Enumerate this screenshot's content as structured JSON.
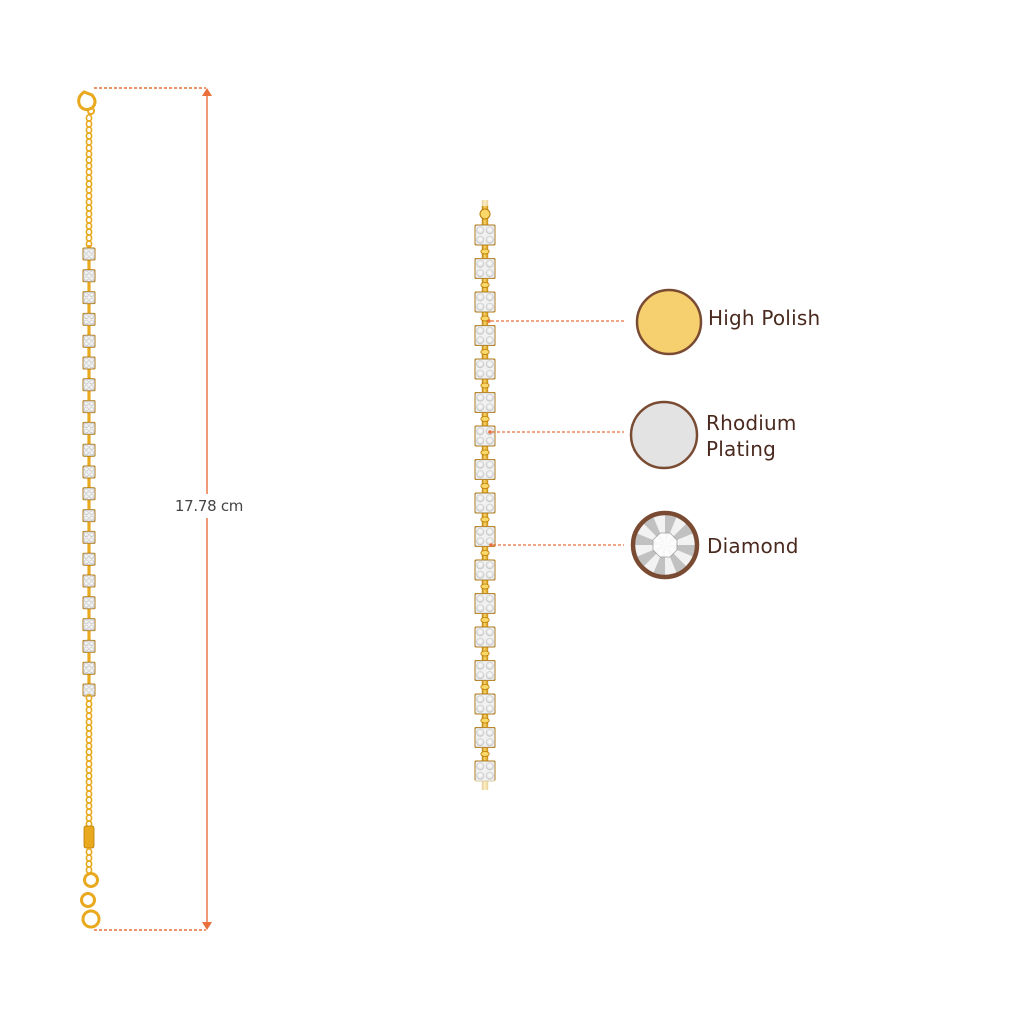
{
  "measurement": {
    "length_label": "17.78 cm",
    "line_color": "#e8703a"
  },
  "materials": [
    {
      "name_lines": [
        "High Polish"
      ],
      "swatch": "gold",
      "color": "#f6cf6e"
    },
    {
      "name_lines": [
        "Rhodium",
        "Plating"
      ],
      "swatch": "silver",
      "color": "#e3e3e3"
    },
    {
      "name_lines": [
        "Diamond"
      ],
      "swatch": "diamond",
      "color": "#d8d8d8"
    }
  ],
  "colors": {
    "gold": "#e9a91e",
    "gold_light": "#fbd86a",
    "gold_dark": "#b97a06",
    "stone": "#f1f1f1",
    "stone_edge": "#b9b9b9",
    "ring": "#7a4b33",
    "label_text": "#4a2a1f"
  }
}
